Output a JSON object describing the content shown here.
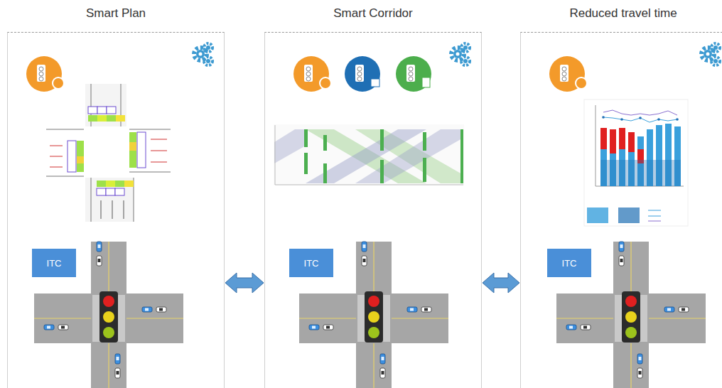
{
  "diagram": {
    "nodes": [
      {
        "text": [
          "Smart Plan"
        ]
      },
      {
        "text": [
          "Smart Corridor"
        ]
      },
      {
        "text": [
          "Reduced travel time"
        ]
      },
      {
        "text": [
          "ITC"
        ],
        "in": 0
      },
      {
        "text": [
          "ITC"
        ],
        "in": 1
      },
      {
        "text": [
          "ITC"
        ],
        "in": 2
      }
    ],
    "edges": [
      {
        "from": 0,
        "to": 1,
        "arrow": "both"
      },
      {
        "from": 1,
        "to": 2,
        "arrow": "both"
      }
    ]
  }
}
